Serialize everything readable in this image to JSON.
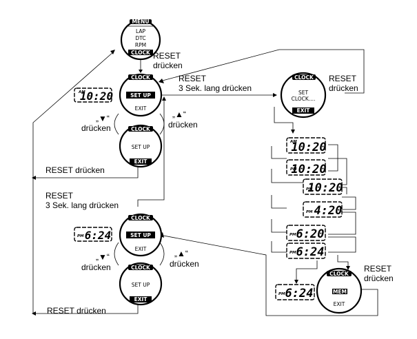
{
  "menu": {
    "title": "MENU",
    "items": [
      "LAP",
      "DTC",
      "RPM",
      "CLOCK"
    ]
  },
  "labels": {
    "reset_druecken": "RESET drücken",
    "reset_line1": "RESET",
    "druecken": "drücken",
    "reset_3sek_line2": "3 Sek. lang drücken",
    "down_arrow": "„▼“",
    "up_arrow": "„▲“"
  },
  "faces": {
    "clock": "CLOCK",
    "setup": "SET UP",
    "exit": "EXIT",
    "set_clock_line1": "SET",
    "set_clock_line2": "CLOCK....",
    "mem": "MEM"
  },
  "lcd": {
    "am": "AM",
    "pm": "PM",
    "time_1020": "10:20",
    "time_420": "4:20",
    "time_620": "6:20",
    "time_624": "6:24"
  }
}
